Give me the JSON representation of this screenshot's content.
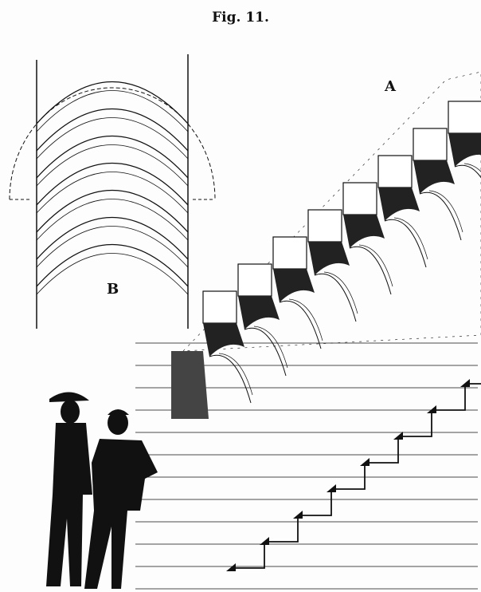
{
  "figure": {
    "caption": "Fig. 11.",
    "label_a": "A",
    "label_b": "B"
  },
  "colors": {
    "ink": "#111111",
    "paper": "#fdfdfd"
  }
}
